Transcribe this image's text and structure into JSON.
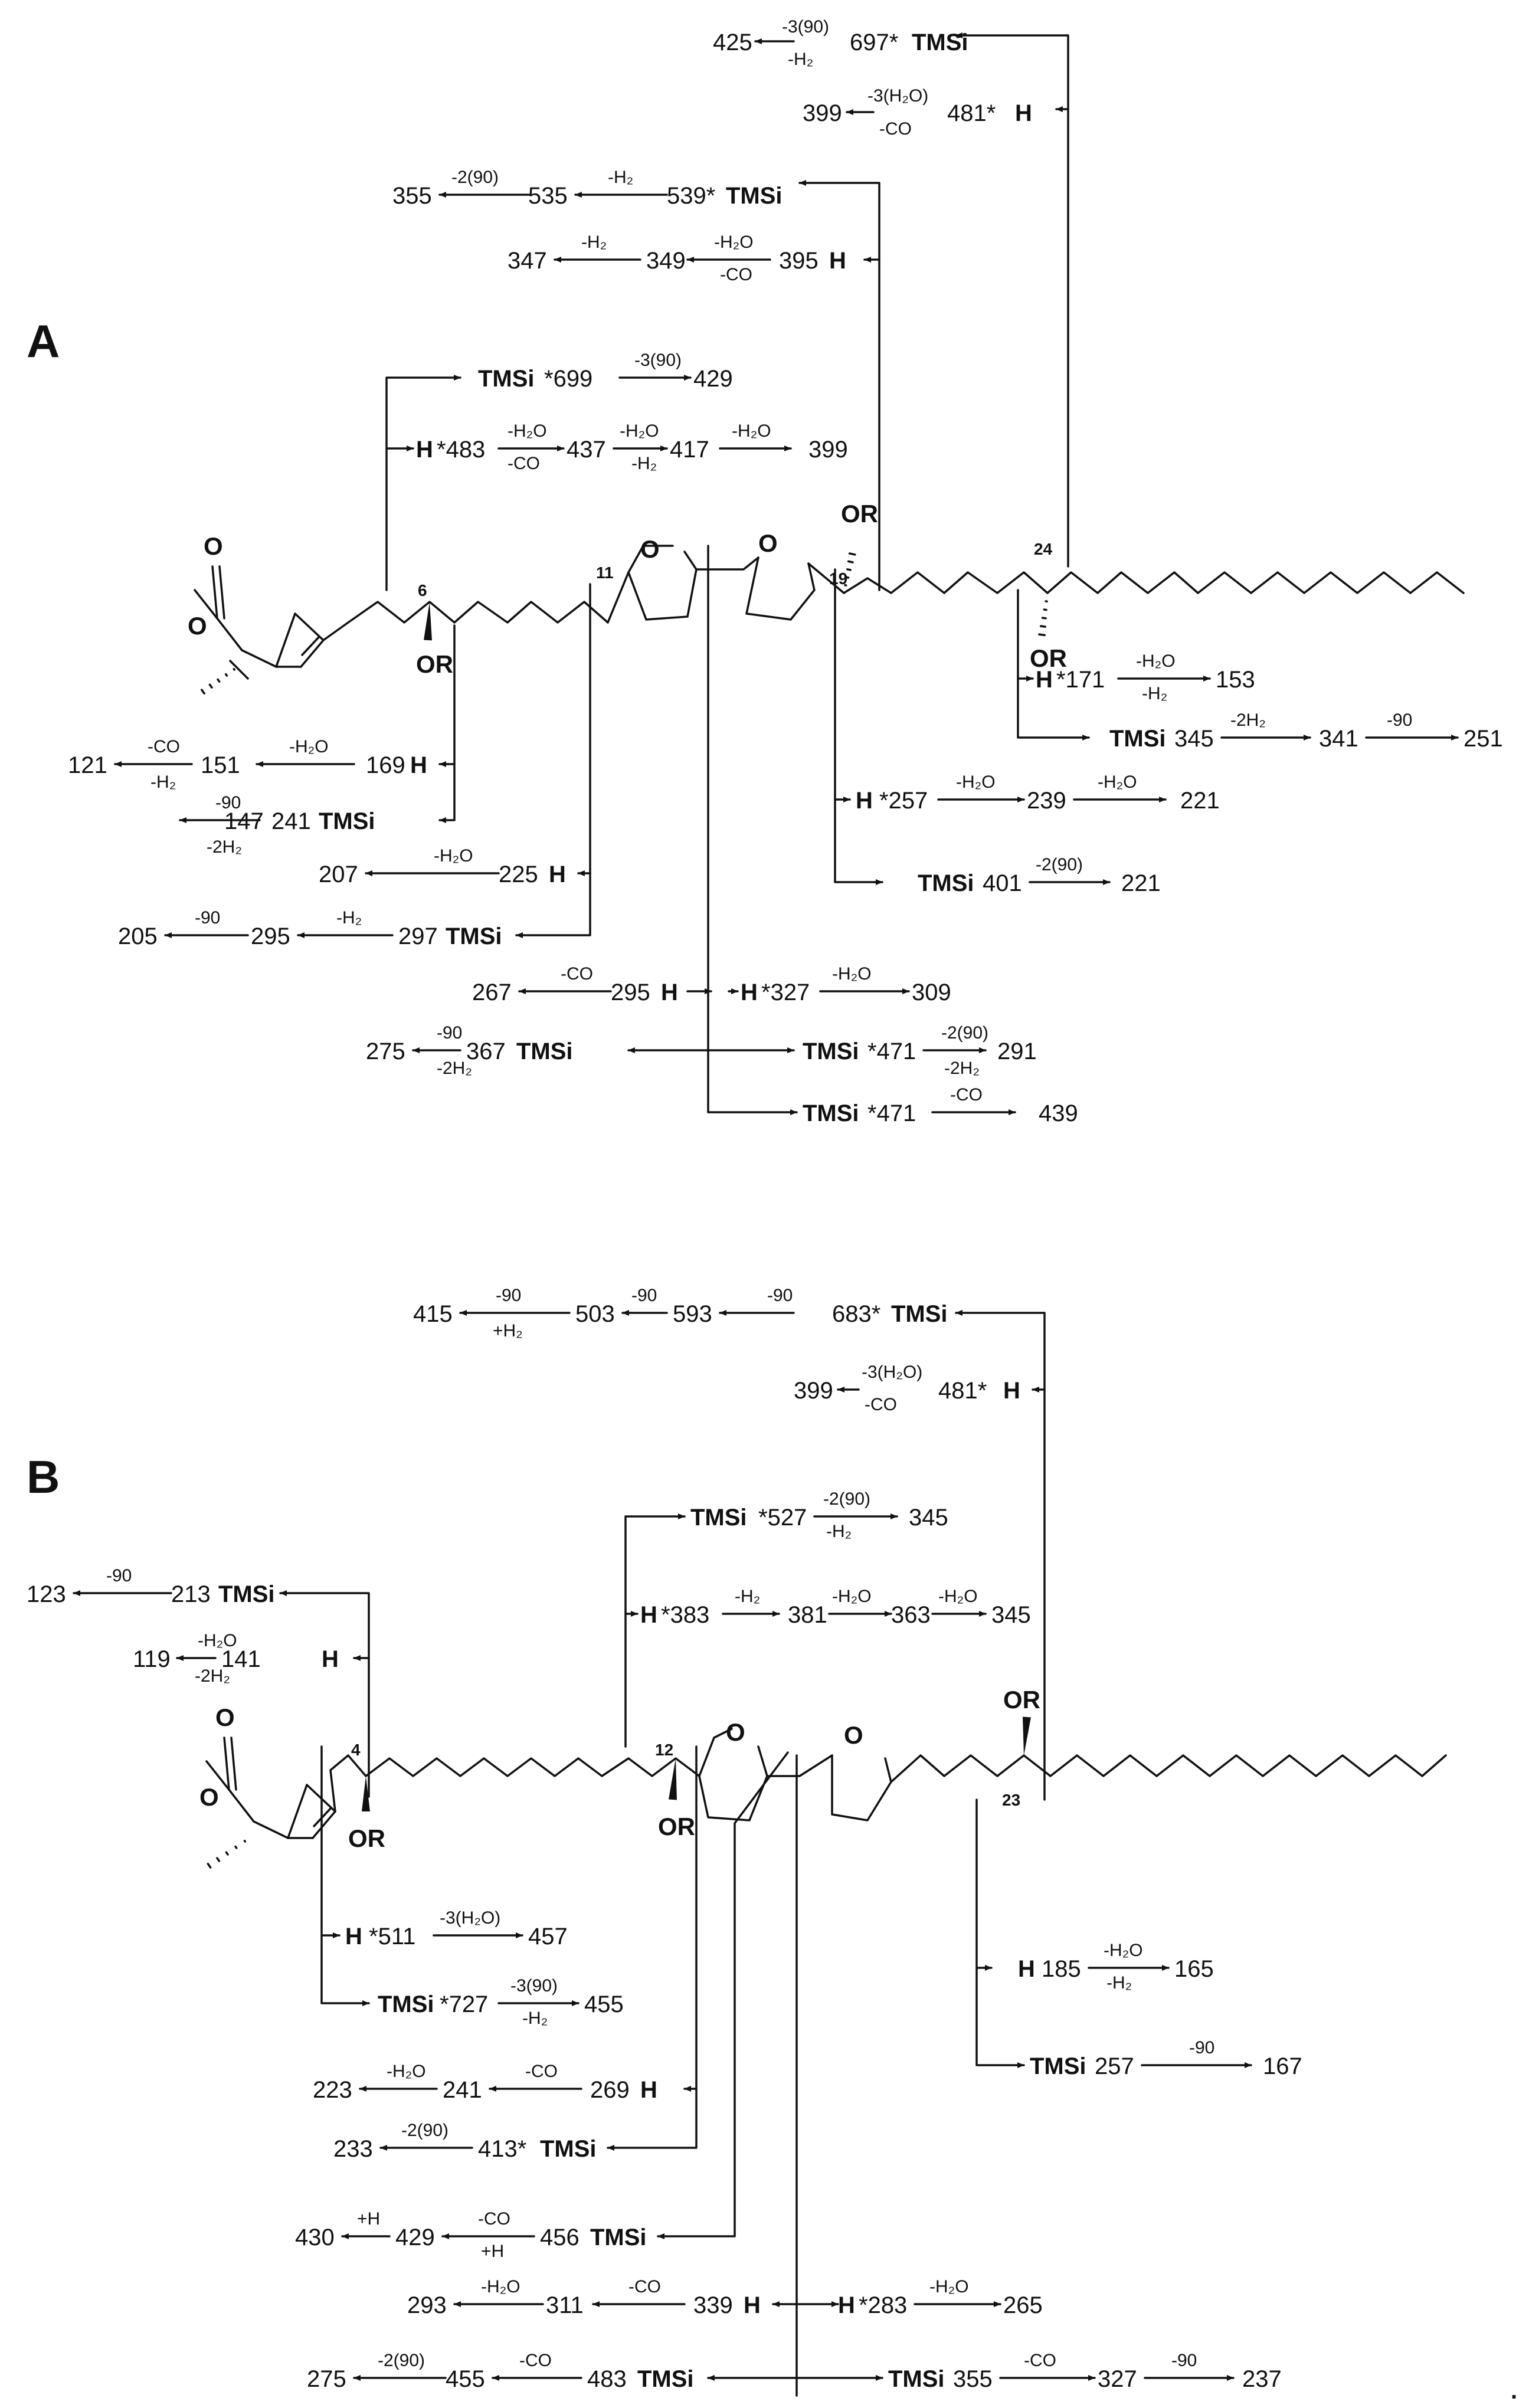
{
  "panels": {
    "a": "A",
    "b": "B"
  },
  "atoms": {
    "o": "O",
    "or": "OR"
  },
  "tags": {
    "h": "H",
    "tmsi": "TMSi"
  },
  "closing_mark": ".",
  "a": {
    "positions": {
      "p6": "6",
      "p11": "11",
      "p19": "19",
      "p24": "24"
    },
    "ions": {
      "i425": "425",
      "i697": "697*",
      "i399a": "399",
      "i481": "481*",
      "i355": "355",
      "i535": "535",
      "i539": "539*",
      "i347": "347",
      "i349": "349",
      "i395": "395",
      "i699": "*699",
      "i429": "429",
      "i483": "*483",
      "i437": "437",
      "i417": "417",
      "i399b": "399",
      "i121": "121",
      "i151": "151",
      "i169": "169",
      "i147": "147",
      "i241": "241",
      "i207": "207",
      "i225": "225",
      "i205": "205",
      "i295a": "295",
      "i297": "297",
      "i267": "267",
      "i295b": "295",
      "i327": "*327",
      "i309": "309",
      "i275": "275",
      "i367": "367",
      "i471a": "*471",
      "i291": "291",
      "i471b": "*471",
      "i439": "439",
      "i171": "*171",
      "i153": "153",
      "i345": "345",
      "i341": "341",
      "i251": "251",
      "i257": "*257",
      "i239": "239",
      "i221a": "221",
      "i401": "401",
      "i221b": "221"
    },
    "losses": {
      "l1": "-3(90)",
      "l2": "-H₂",
      "l3": "-3(H₂O)",
      "l4": "-CO",
      "l5": "-2(90)",
      "l6": "-H₂",
      "l7": "-H₂",
      "l8": "-H₂O",
      "l9": "-CO",
      "l10": "-3(90)",
      "l11": "-H₂O",
      "l12": "-CO",
      "l13": "-H₂O",
      "l14": "-H₂",
      "l15": "-H₂O",
      "l16": "-CO",
      "l17": "-H₂",
      "l18": "-H₂O",
      "l19": "-90",
      "l20": "-2H₂",
      "l21": "-H₂O",
      "l22": "-90",
      "l23": "-H₂",
      "l24": "-CO",
      "l25": "-H₂O",
      "l26": "-90",
      "l27": "-2H₂",
      "l28": "-2(90)",
      "l29": "-2H₂",
      "l30": "-CO",
      "l31": "-H₂O",
      "l32": "-H₂",
      "l33": "-2H₂",
      "l34": "-90",
      "l35": "-H₂O",
      "l36": "-H₂O",
      "l37": "-2(90)"
    }
  },
  "b": {
    "positions": {
      "p4": "4",
      "p12": "12",
      "p23": "23"
    },
    "ions": {
      "i415": "415",
      "i503": "503",
      "i593": "593",
      "i683": "683*",
      "i399": "399",
      "i481": "481*",
      "i527": "*527",
      "i345a": "345",
      "i383": "*383",
      "i381": "381",
      "i363": "363",
      "i345b": "345",
      "i123": "123",
      "i213": "213",
      "i119": "119",
      "i141": "141",
      "i511": "*511",
      "i457": "457",
      "i727": "*727",
      "i455a": "455",
      "i223": "223",
      "i241": "241",
      "i269": "269",
      "i233": "233",
      "i413": "413*",
      "i430": "430",
      "i429": "429",
      "i456": "456",
      "i293": "293",
      "i311": "311",
      "i339": "339",
      "i283": "*283",
      "i265": "265",
      "i275": "275",
      "i455b": "455",
      "i483": "483",
      "i355": "355",
      "i327": "327",
      "i237": "237",
      "i185": "185",
      "i165": "165",
      "i257": "257",
      "i167": "167"
    },
    "losses": {
      "m1": "-90",
      "m2": "+H₂",
      "m3": "-90",
      "m4": "-90",
      "m5": "-3(H₂O)",
      "m6": "-CO",
      "m7": "-2(90)",
      "m8": "-H₂",
      "m9": "-H₂",
      "m10": "-H₂O",
      "m11": "-H₂O",
      "m12": "-90",
      "m13": "-H₂O",
      "m14": "-2H₂",
      "m15": "-3(H₂O)",
      "m16": "-3(90)",
      "m17": "-H₂",
      "m18": "-H₂O",
      "m19": "-CO",
      "m20": "-2(90)",
      "m21": "+H",
      "m22": "-CO",
      "m23": "+H",
      "m24": "-H₂O",
      "m25": "-CO",
      "m26": "-H₂O",
      "m27": "-2(90)",
      "m28": "-CO",
      "m29": "-CO",
      "m30": "-90",
      "m31": "-H₂O",
      "m32": "-H₂",
      "m33": "-90"
    }
  }
}
